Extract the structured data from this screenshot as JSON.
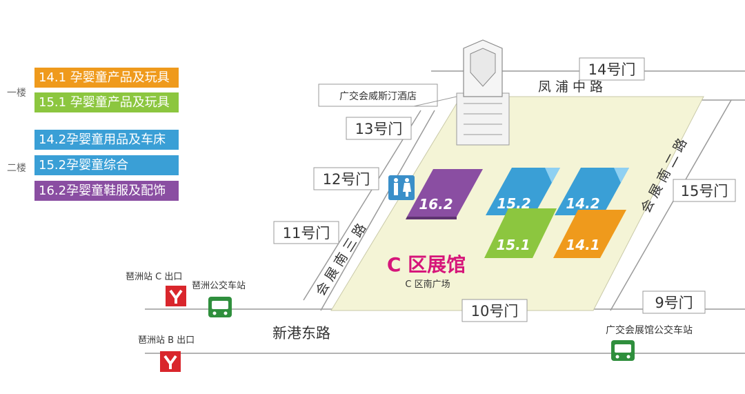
{
  "legend": {
    "floor1_label": "一楼",
    "floor2_label": "二楼",
    "items": [
      {
        "text": "14.1 孕婴童产品及玩具",
        "color": "#ef9a1c"
      },
      {
        "text": "15.1 孕婴童产品及玩具",
        "color": "#8cc63f"
      },
      {
        "text": "14.2孕婴童用品及车床",
        "color": "#3a9fd6"
      },
      {
        "text": "15.2孕婴童综合",
        "color": "#3a9fd6"
      },
      {
        "text": "16.2孕婴童鞋服及配饰",
        "color": "#8a4ea2"
      }
    ]
  },
  "hotel": "广交会威斯汀酒店",
  "roads": {
    "fengpu": "凤浦中路",
    "huizhan_south_2_right": "会展南二路",
    "huizhan_south_3_left": "会展南三路",
    "xingang": "新港东路"
  },
  "gates": {
    "g9": "9号门",
    "g10": "10号门",
    "g11": "11号门",
    "g12": "12号门",
    "g13": "13号门",
    "g14": "14号门",
    "g15": "15号门"
  },
  "halls": {
    "h162": {
      "label": "16.2",
      "color": "#8a4ea2"
    },
    "h152": {
      "label": "15.2",
      "color": "#3a9fd6"
    },
    "h142": {
      "label": "14.2",
      "color": "#3a9fd6"
    },
    "h151": {
      "label": "15.1",
      "color": "#8cc63f"
    },
    "h141": {
      "label": "14.1",
      "color": "#ef9a1c"
    }
  },
  "area": {
    "title": "C 区展馆",
    "subtitle": "C 区南广场",
    "title_color": "#d6157a"
  },
  "transit": {
    "metro_c_exit": "琶洲站 C 出口",
    "metro_b_exit": "琶洲站 B 出口",
    "bus_pazhou": "琶洲公交车站",
    "bus_expo": "广交会展馆公交车站"
  },
  "colors": {
    "plaza": "#f4f4d6",
    "metro": "#d9262c",
    "bus": "#2f8f3d",
    "restroom": "#3a8fc9"
  }
}
